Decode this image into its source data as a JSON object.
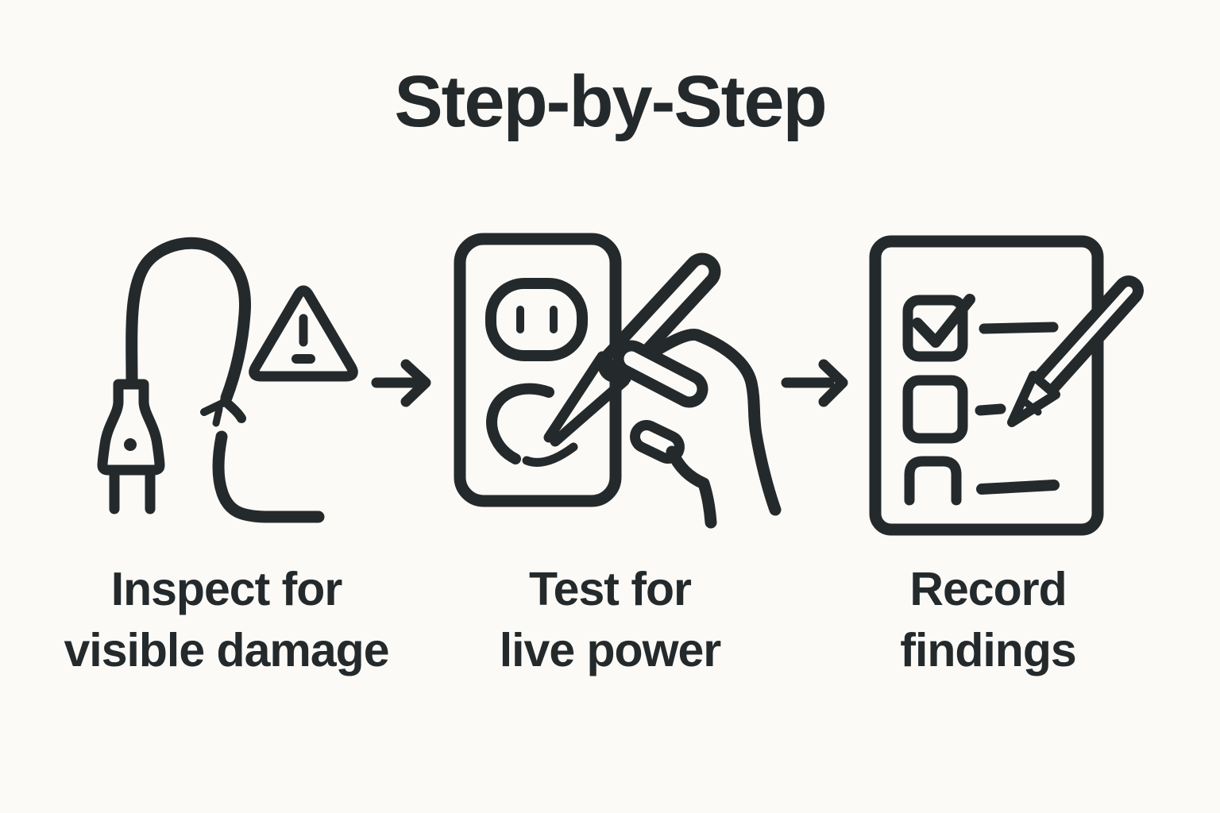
{
  "theme": {
    "ink": "#242A2C",
    "background": "#FBFAF7"
  },
  "title": "Step-by-Step",
  "steps": [
    {
      "icon": "damaged-cord-plug-warning-icon",
      "label_line1": "Inspect for",
      "label_line2": "visible damage"
    },
    {
      "icon": "outlet-voltage-tester-icon",
      "label_line1": "Test for",
      "label_line2": "live power"
    },
    {
      "icon": "checklist-pencil-icon",
      "label_line1": "Record",
      "label_line2": "findings"
    }
  ]
}
